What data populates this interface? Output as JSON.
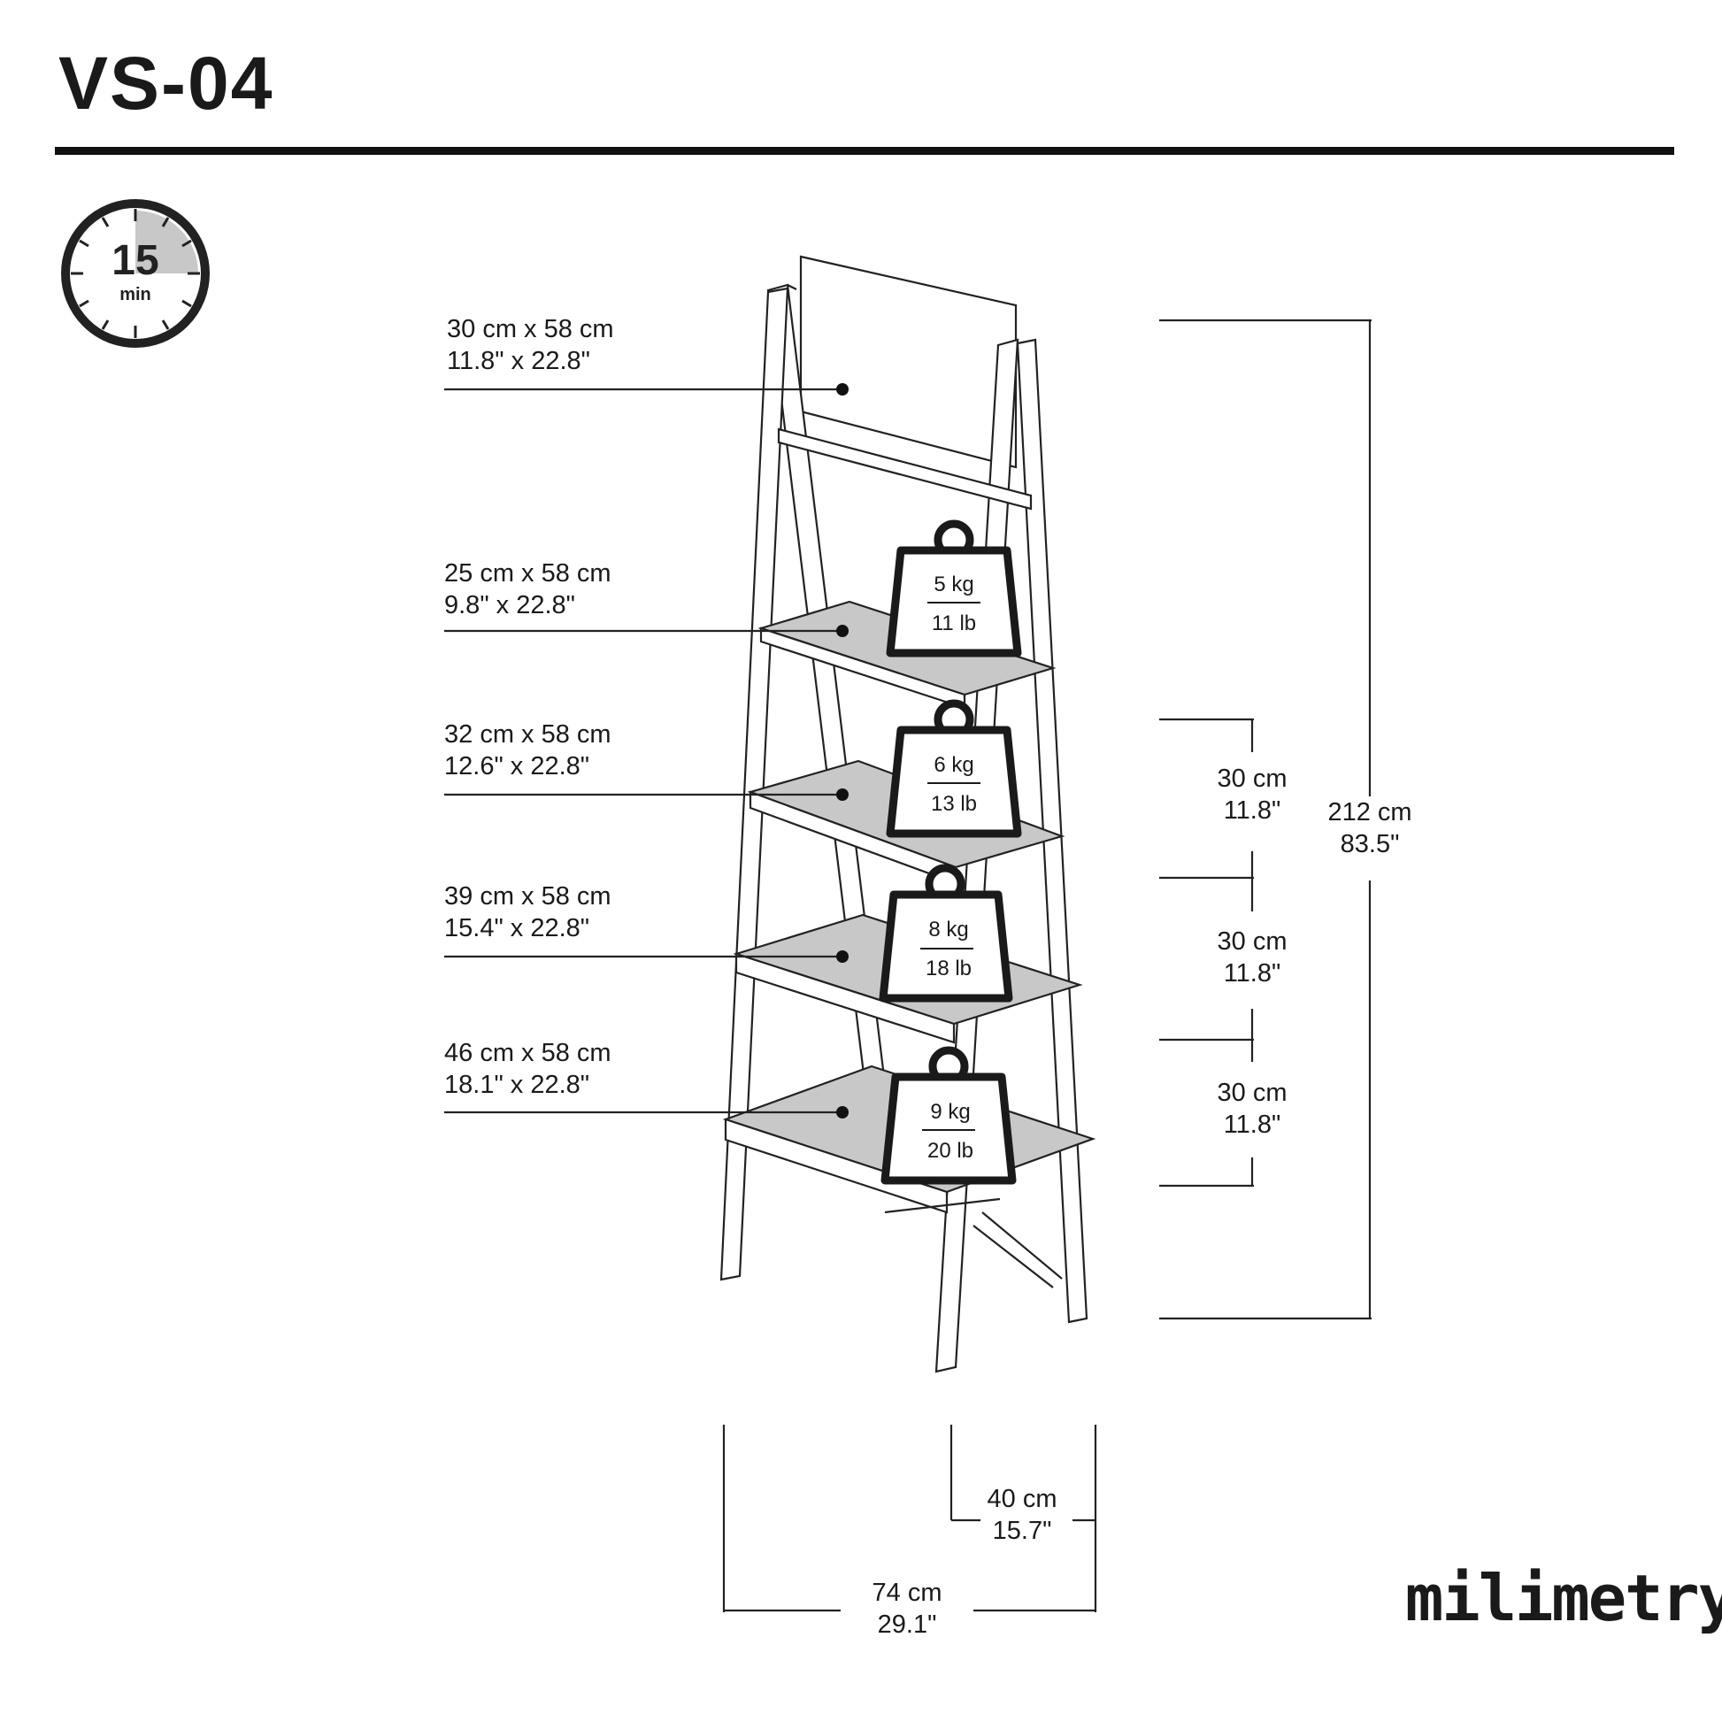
{
  "title": "VS-04",
  "timer": {
    "value": "15",
    "unit": "min"
  },
  "shelves": [
    {
      "metric": "30 cm x 58 cm",
      "imperial": "11.8\" x 22.8\""
    },
    {
      "metric": "25 cm x 58 cm",
      "imperial": "9.8\" x 22.8\""
    },
    {
      "metric": "32 cm x 58 cm",
      "imperial": "12.6\" x 22.8\""
    },
    {
      "metric": "39 cm x 58 cm",
      "imperial": "15.4\" x 22.8\""
    },
    {
      "metric": "46 cm x 58 cm",
      "imperial": "18.1\" x 22.8\""
    }
  ],
  "weights": [
    {
      "kg": "5 kg",
      "lb": "11 lb"
    },
    {
      "kg": "6 kg",
      "lb": "13 lb"
    },
    {
      "kg": "8 kg",
      "lb": "18 lb"
    },
    {
      "kg": "9 kg",
      "lb": "20 lb"
    }
  ],
  "spacing": [
    {
      "metric": "30 cm",
      "imperial": "11.8\""
    },
    {
      "metric": "30 cm",
      "imperial": "11.8\""
    },
    {
      "metric": "30 cm",
      "imperial": "11.8\""
    }
  ],
  "height": {
    "metric": "212 cm",
    "imperial": "83.5\""
  },
  "depth": {
    "metric": "40 cm",
    "imperial": "15.7\""
  },
  "width": {
    "metric": "74 cm",
    "imperial": "29.1\""
  },
  "brand": "milimetry",
  "icons": [
    "stopwatch-icon",
    "weight-icon"
  ]
}
